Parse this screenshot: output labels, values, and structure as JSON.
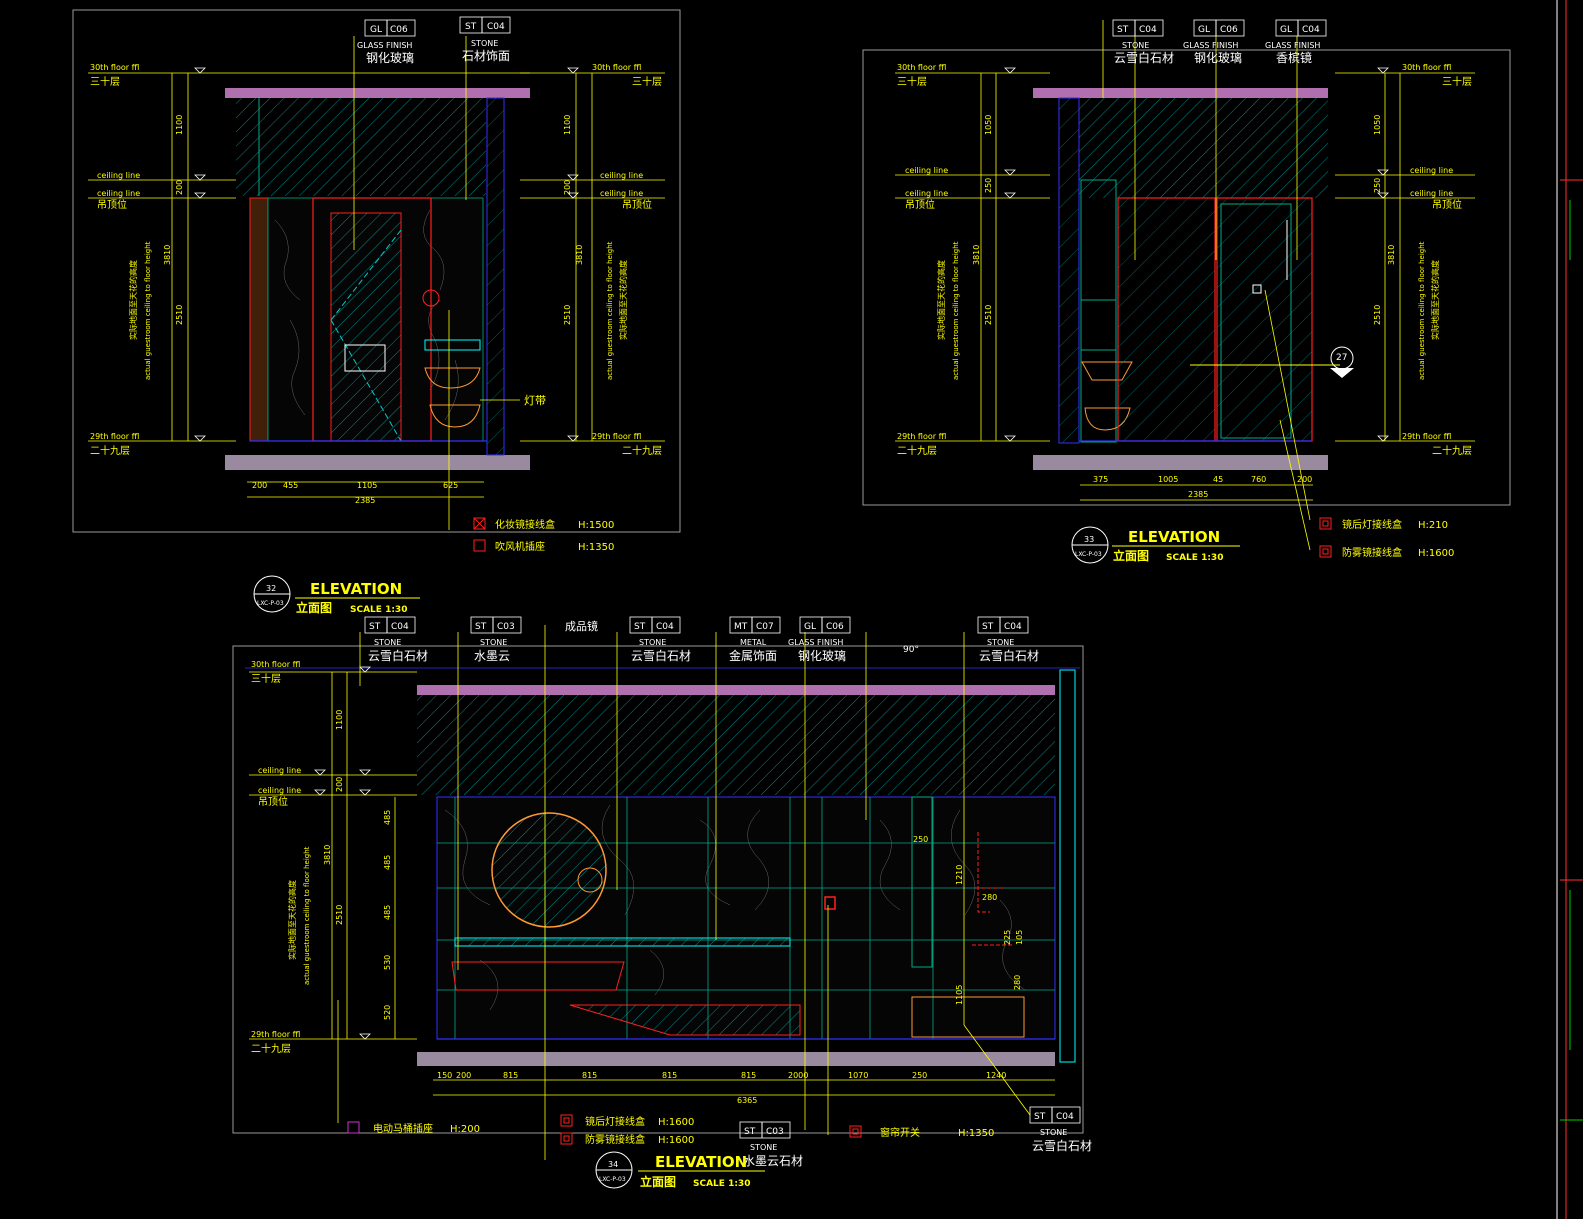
{
  "colors": {
    "yellow": "#ffff00",
    "cyan": "#00ffff",
    "magenta": "#cc66cc",
    "red": "#ff2020",
    "green": "#00cc00",
    "white": "#ffffff",
    "blue": "#3030ff",
    "orange": "#ff9933",
    "gray": "#9a9a9a"
  },
  "common": {
    "floor30": "30th floor ffl",
    "floor30_cn": "三十层",
    "floor29": "29th floor ffl",
    "floor29_cn": "二十九层",
    "ceiling_line": "ceiling line",
    "ceiling_pos": "吊顶位",
    "height_en": "actual guestroom ceiling to floor height",
    "height_cn": "实际地面至天花的高度",
    "elev_en": "ELEVATION",
    "elev_cn": "立面图",
    "scale": "SCALE  1:30",
    "sheet_ref": "LXC-P-03"
  },
  "elev1": {
    "dims_v": [
      "1100",
      "200",
      "3810",
      "2510"
    ],
    "dims_v_r": [
      "1100",
      "200",
      "3810",
      "2510"
    ],
    "dims_h": [
      "200",
      "455",
      "1105",
      "625"
    ],
    "total": "2385",
    "tags": [
      {
        "code": "GL",
        "id": "C06",
        "en": "GLASS FINISH",
        "cn": "钢化玻璃"
      },
      {
        "code": "ST",
        "id": "C04",
        "en": "STONE",
        "cn": "石材饰面"
      }
    ],
    "lamp_label": "灯带",
    "legend": [
      {
        "text": "化妆镜接线盒",
        "h": "H:1500"
      },
      {
        "text": "吹风机插座",
        "h": "H:1350"
      }
    ],
    "title_num": "32"
  },
  "elev2": {
    "dims_v": [
      "1050",
      "250",
      "3810",
      "2510"
    ],
    "dims_v_r": [
      "1050",
      "250",
      "3810",
      "2510"
    ],
    "dims_h": [
      "375",
      "1005",
      "45",
      "760",
      "200"
    ],
    "total": "2385",
    "tags": [
      {
        "code": "ST",
        "id": "C04",
        "en": "STONE",
        "cn": "云雪白石材"
      },
      {
        "code": "GL",
        "id": "C06",
        "en": "GLASS FINISH",
        "cn": "钢化玻璃"
      },
      {
        "code": "GL",
        "id": "C04",
        "en": "GLASS FINISH",
        "cn": "香槟镜"
      }
    ],
    "callout": "27",
    "legend": [
      {
        "text": "镜后灯接线盒",
        "h": "H:210"
      },
      {
        "text": "防雾镜接线盒",
        "h": "H:1600"
      }
    ],
    "title_num": "33"
  },
  "elev3": {
    "dims_v": [
      "1100",
      "200",
      "3810",
      "2510"
    ],
    "dims_inner": [
      "485",
      "485",
      "485",
      "530",
      "520"
    ],
    "dims_h": [
      "150",
      "200",
      "815",
      "815",
      "815",
      "815",
      "2000",
      "1070",
      "250",
      "1240"
    ],
    "total": "6365",
    "angle": "90°",
    "mirror_label": "成品镜",
    "tags": [
      {
        "code": "ST",
        "id": "C04",
        "en": "STONE",
        "cn": "云雪白石材"
      },
      {
        "code": "ST",
        "id": "C03",
        "en": "STONE",
        "cn": "水墨云"
      },
      {
        "code": "ST",
        "id": "C04",
        "en": "STONE",
        "cn": "云雪白石材"
      },
      {
        "code": "MT",
        "id": "C07",
        "en": "METAL",
        "cn": "金属饰面"
      },
      {
        "code": "GL",
        "id": "C06",
        "en": "GLASS FINISH",
        "cn": "钢化玻璃"
      },
      {
        "code": "ST",
        "id": "C04",
        "en": "STONE",
        "cn": "云雪白石材"
      }
    ],
    "bottom_tag1": {
      "code": "ST",
      "id": "C03",
      "en": "STONE",
      "cn": "水墨云石材"
    },
    "bottom_tag2": {
      "code": "ST",
      "id": "C04",
      "en": "STONE",
      "cn": "云雪白石材"
    },
    "inner_dims": [
      "250",
      "1210",
      "280",
      "225",
      "105",
      "280",
      "1105"
    ],
    "legend": [
      {
        "text": "电动马桶插座",
        "h": "H:200"
      },
      {
        "text": "镜后灯接线盒",
        "h": "H:1600"
      },
      {
        "text": "防雾镜接线盒",
        "h": "H:1600"
      },
      {
        "text": "窗帘开关",
        "h": "H:1350"
      }
    ],
    "title_num": "34"
  }
}
